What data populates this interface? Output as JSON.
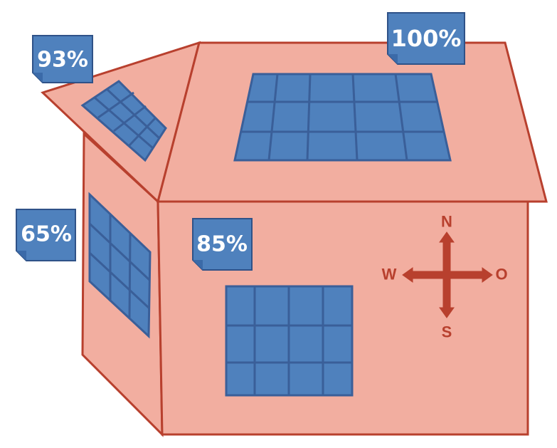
{
  "labels": {
    "left_roof": "93%",
    "main_roof": "100%",
    "left_wall": "65%",
    "front_wall": "85%"
  },
  "compass": {
    "north": "N",
    "south": "S",
    "west": "W",
    "east": "O"
  },
  "colors": {
    "house_fill": "#f2aea0",
    "house_stroke": "#b8402e",
    "panel_fill": "#4f81bd",
    "panel_stroke": "#3a5f99",
    "label_fill": "#4f81bd",
    "label_stroke": "#2f5288",
    "compass": "#b8402e",
    "label_text": "#ffffff"
  }
}
